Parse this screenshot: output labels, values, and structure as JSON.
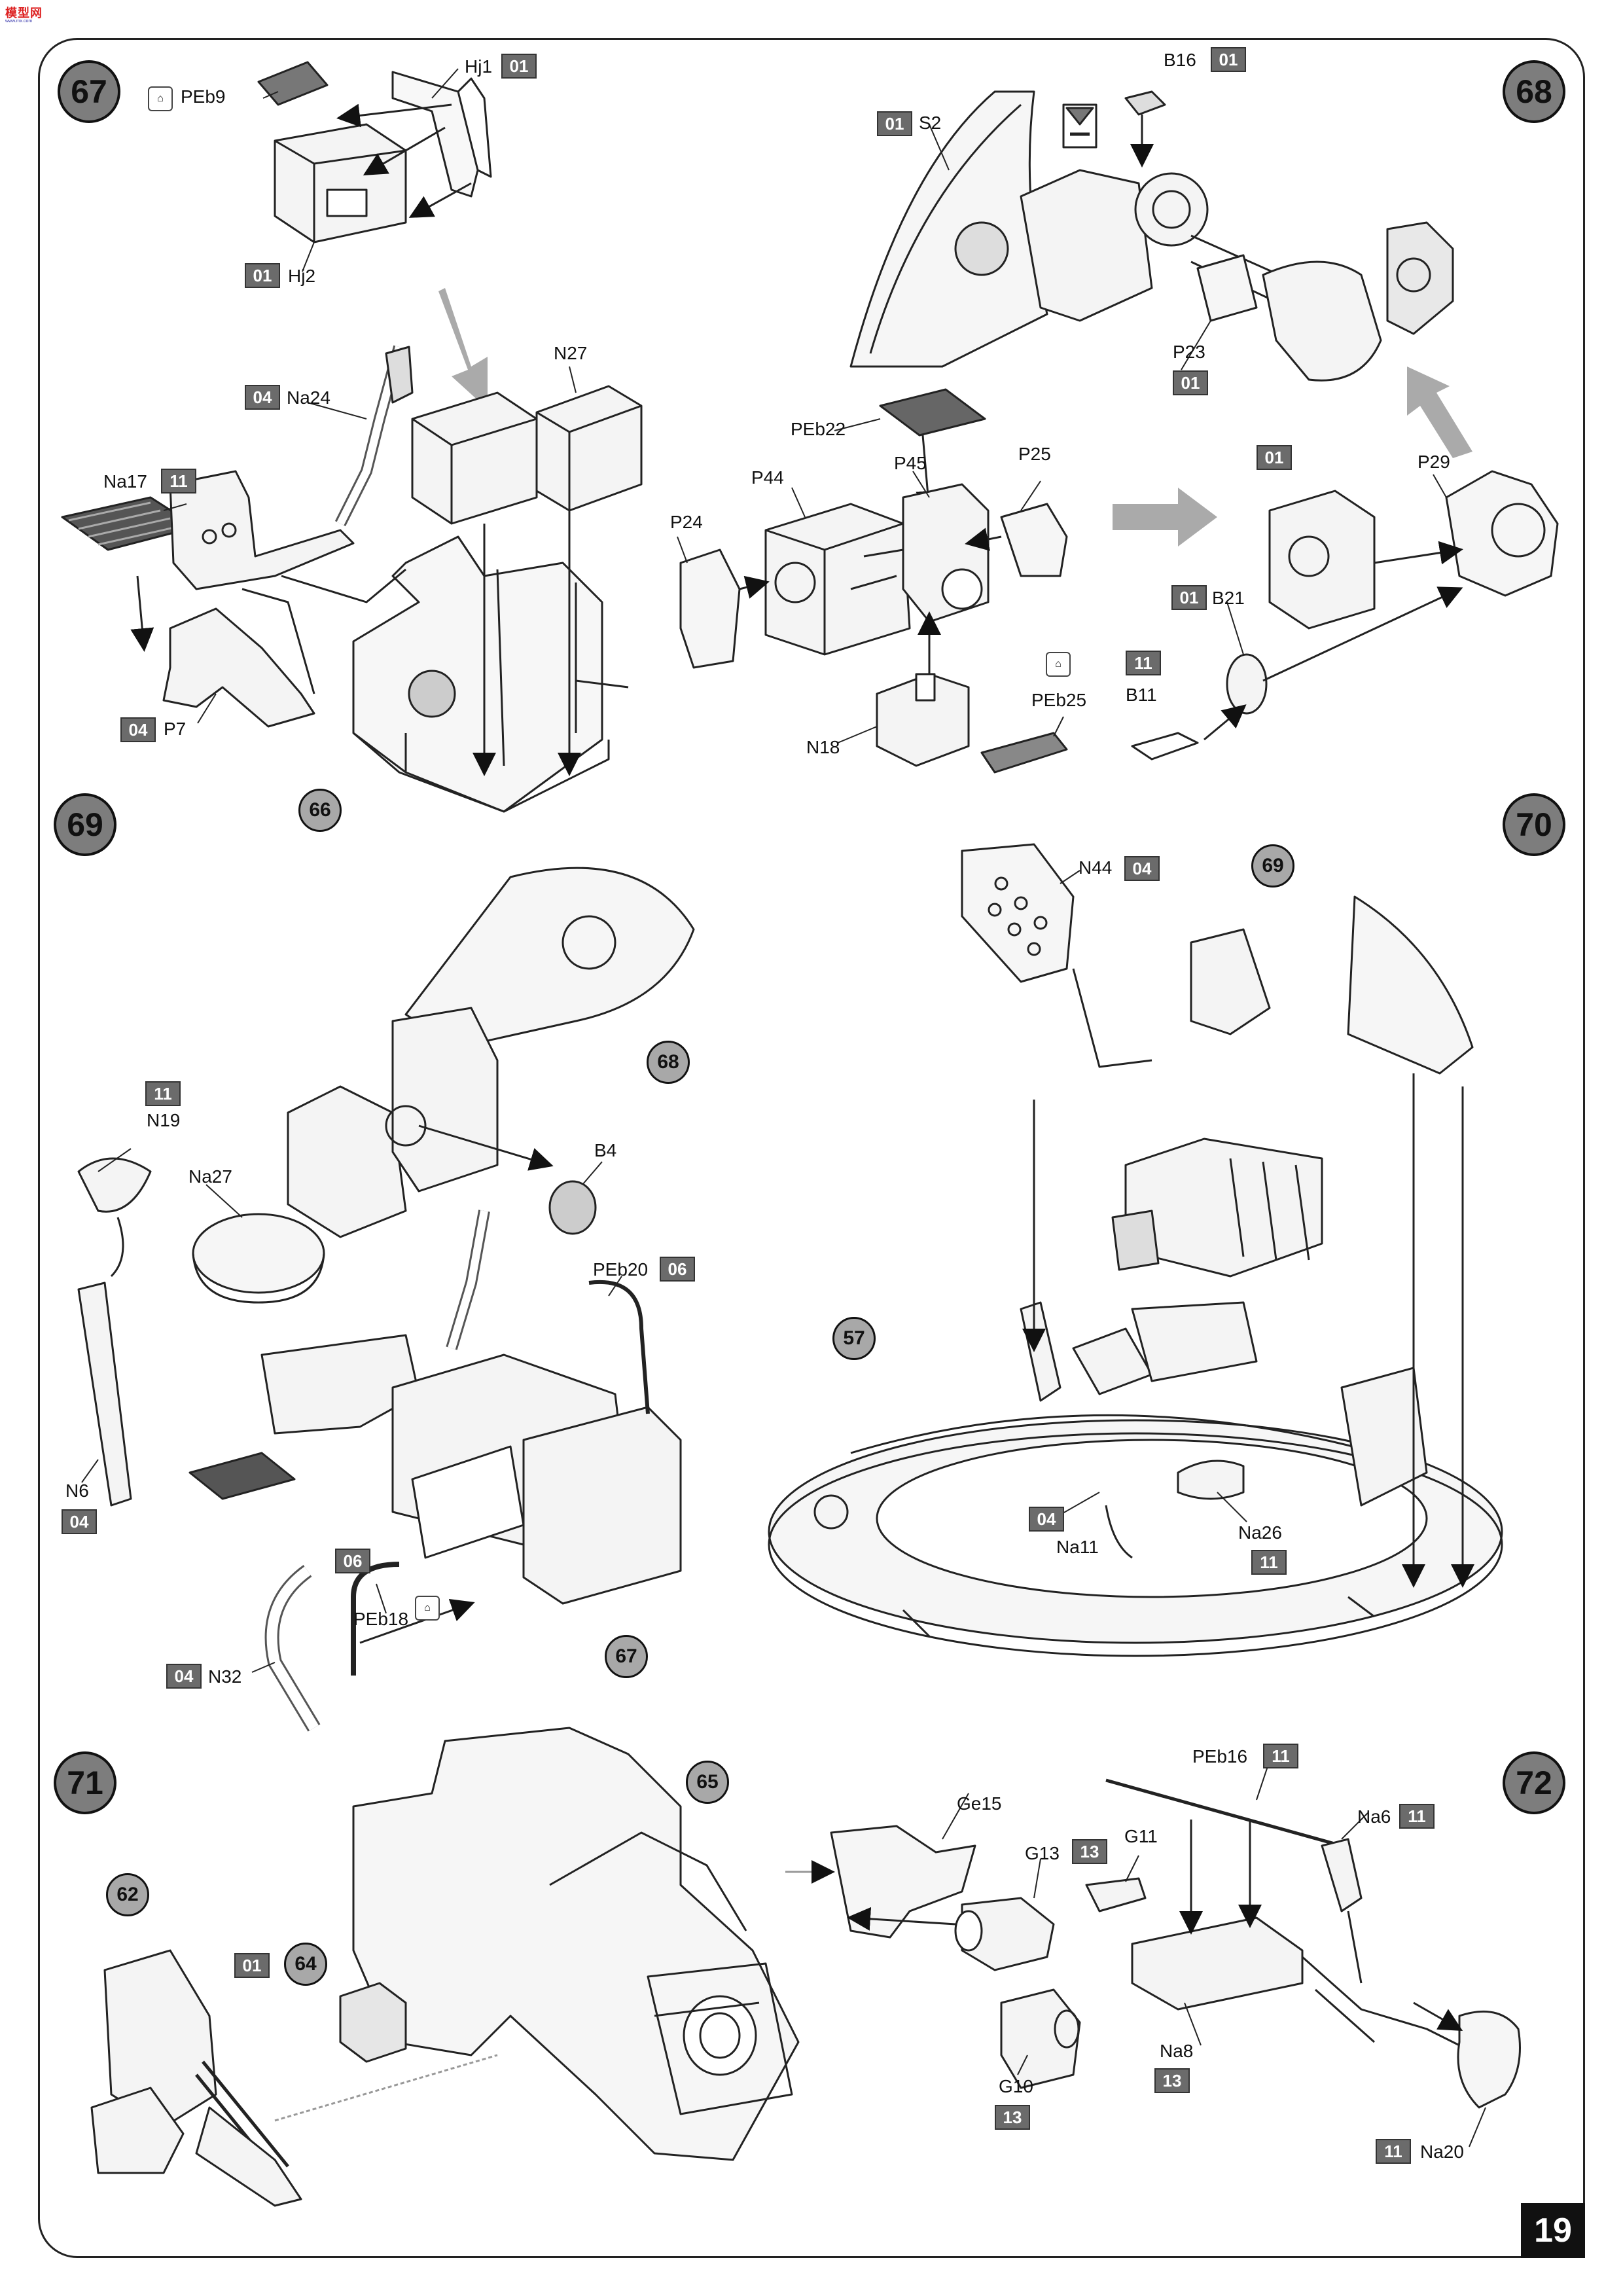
{
  "corner_logo": {
    "text": "模型网",
    "subtext": "www.mx.com"
  },
  "page_number": "19",
  "steps": [
    {
      "number": "67",
      "parts": [
        {
          "label": "Hj1",
          "tag": "01"
        },
        {
          "label": "PEb9",
          "pe_icon": "photo-etch-icon"
        },
        {
          "label": "Hj2",
          "tag": "01"
        },
        {
          "label": "Na24",
          "tag": "04"
        },
        {
          "label": "Na17",
          "tag": "11"
        },
        {
          "label": "N27"
        },
        {
          "label": "P7",
          "tag": "04"
        }
      ],
      "refs": [
        "66"
      ]
    },
    {
      "number": "68",
      "parts": [
        {
          "label": "B16",
          "tag": "01"
        },
        {
          "label": "S2",
          "tag": "01"
        },
        {
          "label": "P23",
          "tag": "01"
        },
        {
          "label": "PEb22"
        },
        {
          "label": "P44"
        },
        {
          "label": "P45"
        },
        {
          "label": "P25"
        },
        {
          "label": "P24"
        },
        {
          "label": "P29"
        },
        {
          "label": "B21",
          "tag": "01"
        },
        {
          "label": "B11",
          "tag": "11"
        },
        {
          "label": "N18"
        },
        {
          "label": "PEb25",
          "pe_icon": "photo-etch-icon"
        }
      ]
    },
    {
      "number": "69",
      "parts": [
        {
          "label": "N19",
          "tag": "11"
        },
        {
          "label": "Na27"
        },
        {
          "label": "B4"
        },
        {
          "label": "PEb20",
          "tag": "06"
        },
        {
          "label": "N6",
          "tag": "04"
        },
        {
          "label": "PEb18",
          "tag": "06",
          "pe_icon": "photo-etch-icon"
        },
        {
          "label": "N32",
          "tag": "04"
        }
      ],
      "refs": [
        "68",
        "67"
      ]
    },
    {
      "number": "70",
      "parts": [
        {
          "label": "N44",
          "tag": "04"
        },
        {
          "label": "Na11",
          "tag": "04"
        },
        {
          "label": "Na26",
          "tag": "11"
        }
      ],
      "refs": [
        "69",
        "57"
      ]
    },
    {
      "number": "71",
      "parts": [],
      "refs": [
        "65",
        "62",
        "64"
      ],
      "tags": [
        "01"
      ]
    },
    {
      "number": "72",
      "parts": [
        {
          "label": "PEb16",
          "tag": "11"
        },
        {
          "label": "Na6",
          "tag": "11"
        },
        {
          "label": "Ge15"
        },
        {
          "label": "G13",
          "tag": "13"
        },
        {
          "label": "G11"
        },
        {
          "label": "Na8",
          "tag": "13"
        },
        {
          "label": "G10",
          "tag": "13"
        },
        {
          "label": "Na20",
          "tag": "11"
        }
      ]
    }
  ]
}
